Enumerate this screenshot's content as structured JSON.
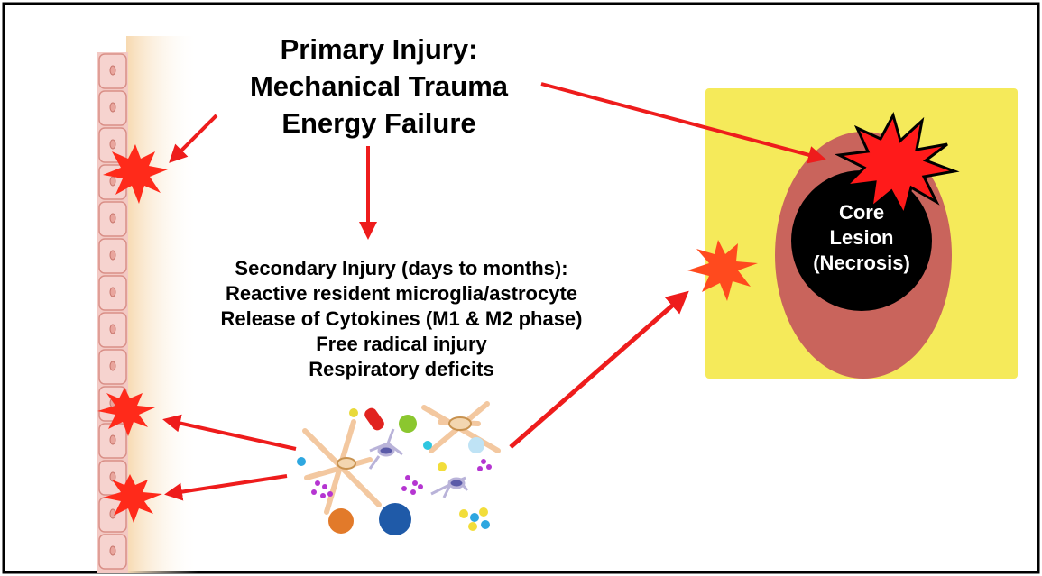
{
  "primary_injury": {
    "title": "Primary Injury:",
    "lines": [
      "Mechanical Trauma",
      "Energy Failure"
    ]
  },
  "secondary_injury": {
    "title": "Secondary Injury (days to months):",
    "lines": [
      "Reactive resident microglia/astrocyte",
      "Release of Cytokines (M1 & M2 phase)",
      "Free radical injury",
      "Respiratory deficits"
    ]
  },
  "core_lesion": {
    "lines": [
      "Core",
      "Lesion",
      "(Necrosis)"
    ]
  },
  "colors": {
    "arrow": "#ee1c1c",
    "burst": "#ff2a1a",
    "lesion_field": "#f5ea5a",
    "penumbra": "#c9645c",
    "core": "#000000",
    "vessel_wall": "#f3c9c4"
  }
}
